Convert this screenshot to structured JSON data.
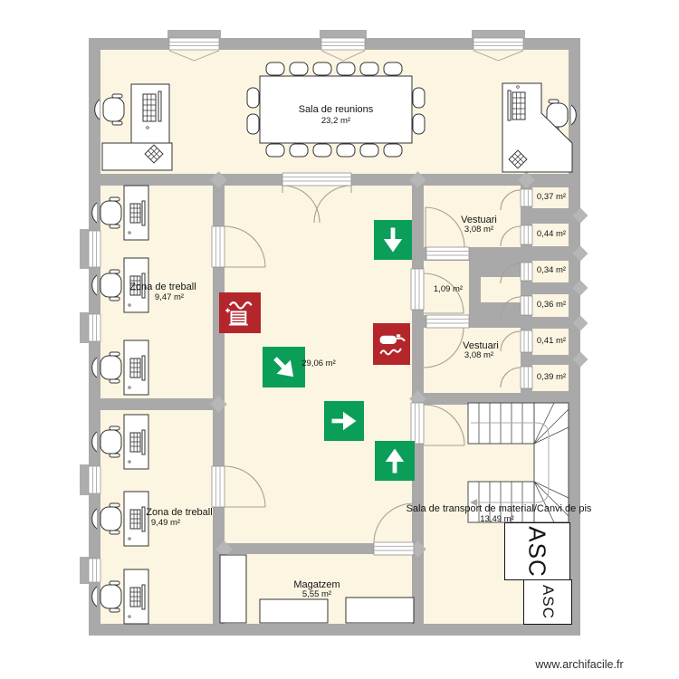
{
  "watermark": {
    "text": "www.archifacile.fr"
  },
  "colors": {
    "wall": "#a9a9a9",
    "floor": "#fbf5e1",
    "exit_sign_green": "#0b9e58",
    "fire_sign_red": "#b3262b"
  },
  "rooms": {
    "sala_reunions": {
      "name": "Sala de reunions",
      "area": "23,2 m²"
    },
    "zona_treball_1": {
      "name": "Zona de treball",
      "area": "9,47 m²"
    },
    "zona_treball_2": {
      "name": "Zona de treball",
      "area": "9,49 m²"
    },
    "vestuari_1": {
      "name": "Vestuari",
      "area": "3,08 m²"
    },
    "vestuari_2": {
      "name": "Vestuari",
      "area": "3,08 m²"
    },
    "cabina_petita": {
      "area": "1,09 m²"
    },
    "sala_central": {
      "area": "29,06 m²"
    },
    "magatzem": {
      "name": "Magatzem",
      "area": "5,55 m²"
    },
    "sala_transport": {
      "name": "Sala de transport de material/Canvi de pis",
      "area": "13,49 m²"
    }
  },
  "stalls": [
    {
      "area": "0,37 m²"
    },
    {
      "area": "0,44 m²"
    },
    {
      "area": "0,34 m²"
    },
    {
      "area": "0,36 m²"
    },
    {
      "area": "0,41 m²"
    },
    {
      "area": "0,39 m²"
    }
  ],
  "elevators": [
    {
      "label": "ASC"
    },
    {
      "label": "ASC"
    }
  ],
  "safety_signs": {
    "exit_arrows": [
      "down",
      "down-right",
      "right",
      "up"
    ],
    "fire_equipment": [
      "fire-hose-reel",
      "fire-extinguisher"
    ]
  }
}
